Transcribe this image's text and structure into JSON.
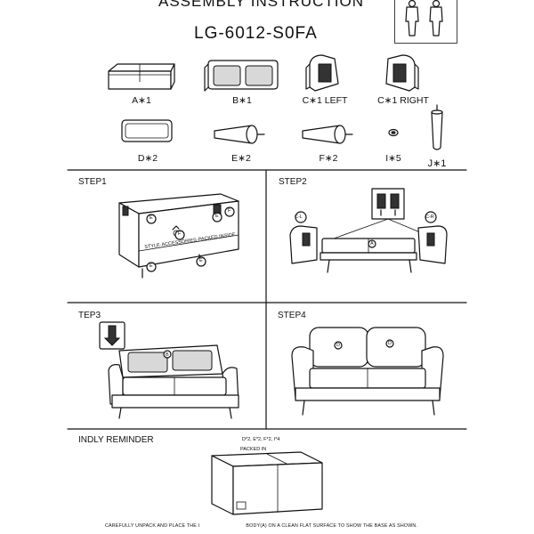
{
  "header": {
    "title": "ASSEMBLY INSTRUCTION",
    "model": "LG-6012-S0FA"
  },
  "parts": [
    {
      "label": "A∗1",
      "icon": "sofa-base-part"
    },
    {
      "label": "B∗1",
      "icon": "backrest-part"
    },
    {
      "label": "C∗1 LEFT",
      "icon": "left-armrest-part"
    },
    {
      "label": "C∗1 RIGHT",
      "icon": "right-armrest-part"
    },
    {
      "label": "D∗2",
      "icon": "cushion-part"
    },
    {
      "label": "E∗2",
      "icon": "leg-e-part"
    },
    {
      "label": "F∗2",
      "icon": "leg-f-part"
    },
    {
      "label": "I∗5",
      "icon": "washer-part"
    },
    {
      "label": "J∗1",
      "icon": "tall-leg-part"
    }
  ],
  "steps": {
    "step1": {
      "title": "STEP1",
      "callouts": [
        "E",
        "F",
        "E",
        "F",
        "E",
        "E"
      ],
      "base_note": "STYLE·ACCESSORIES·PACKED INSIDE"
    },
    "step2": {
      "title": "STEP2",
      "callouts": [
        "C-L",
        "C-R",
        "A"
      ]
    },
    "step3": {
      "title": "TEP3",
      "callouts": [
        "B"
      ]
    },
    "step4": {
      "title": "STEP4",
      "callouts": [
        "D",
        "D"
      ]
    }
  },
  "reminder": {
    "title": "INDLY REMINDER",
    "parts_list": "D*2, E*2, F*2, I*4",
    "packed": "PACKED IN",
    "footer": "CAREFULLY UNPACK AND PLACE THE I",
    "footer_2": "BODY(A) ON A CLEAN FLAT SURFACE TO SHOW THE BASE AS SHOWN."
  }
}
